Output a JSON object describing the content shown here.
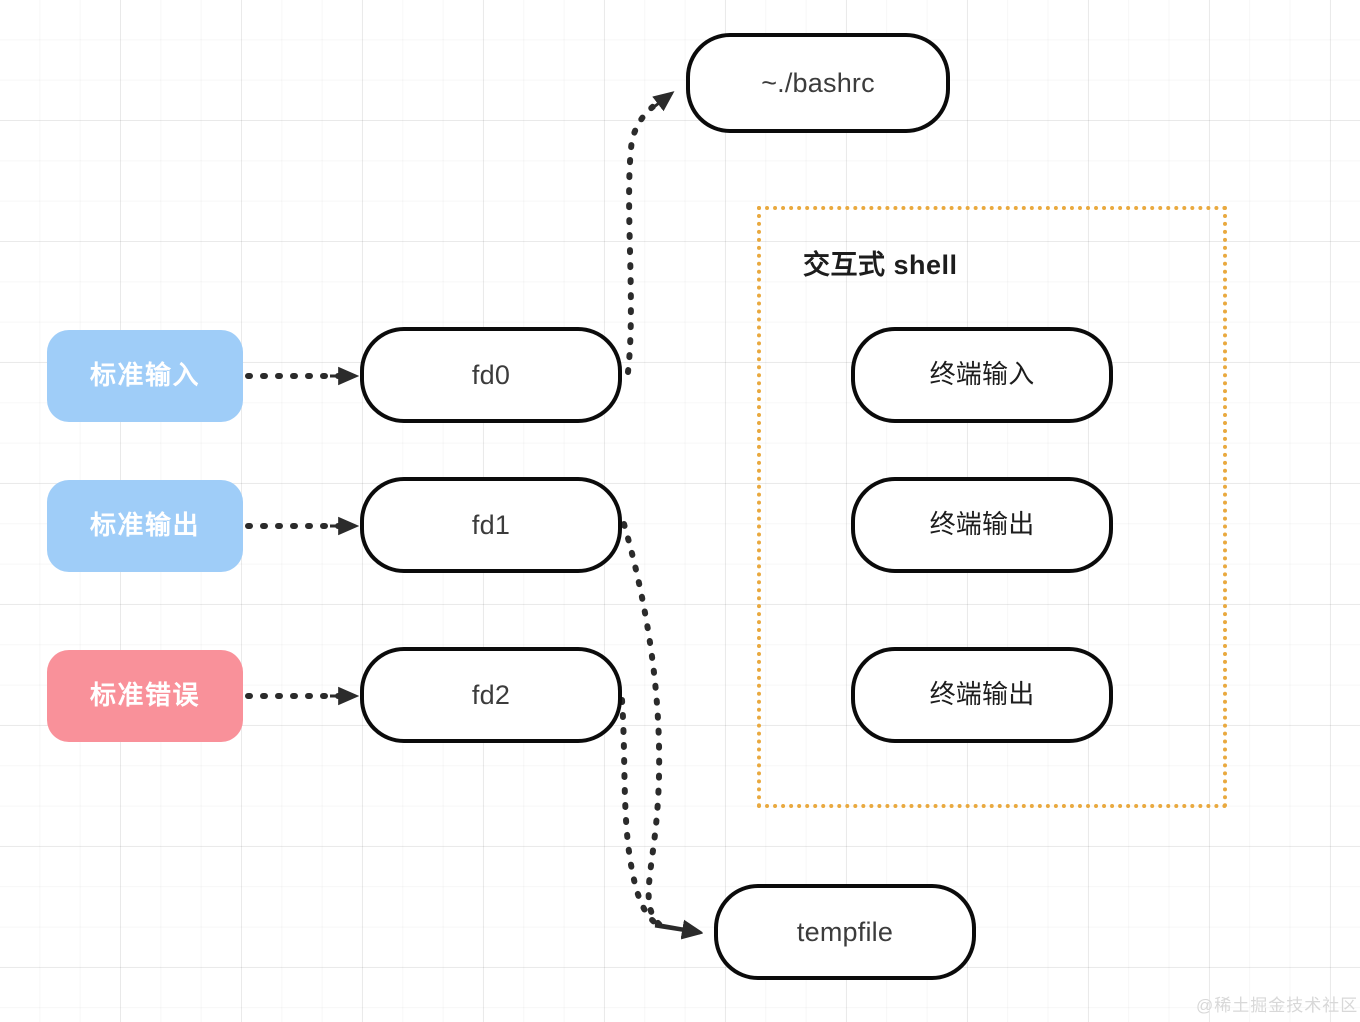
{
  "diagram": {
    "title_watermark": "@稀土掘金技术社区",
    "colors": {
      "tag_blue": "#9FCDF8",
      "tag_pink": "#F9919A",
      "group_border_orange": "#E9A93F",
      "node_border": "#0B0B0B",
      "node_text": "#3C3C3C",
      "grid_line": "#EDEDED"
    },
    "group": {
      "label": "交互式 shell",
      "nodes": [
        {
          "label": "终端输入"
        },
        {
          "label": "终端输出"
        },
        {
          "label": "终端输出"
        }
      ]
    },
    "tags": [
      {
        "label": "标准输入",
        "color": "blue"
      },
      {
        "label": "标准输出",
        "color": "blue"
      },
      {
        "label": "标准错误",
        "color": "pink"
      }
    ],
    "fds": [
      {
        "label": "fd0"
      },
      {
        "label": "fd1"
      },
      {
        "label": "fd2"
      }
    ],
    "files": [
      {
        "label": "~./bashrc"
      },
      {
        "label": "tempfile"
      }
    ],
    "edges": [
      {
        "from": "标准输入",
        "to": "fd0",
        "style": "dotted-arrow"
      },
      {
        "from": "标准输出",
        "to": "fd1",
        "style": "dotted-arrow"
      },
      {
        "from": "标准错误",
        "to": "fd2",
        "style": "dotted-arrow"
      },
      {
        "from": "fd0",
        "to": "~./bashrc",
        "style": "dotted-curve-arrow"
      },
      {
        "from": "fd1",
        "to": "tempfile",
        "style": "dotted-curve-arrow"
      },
      {
        "from": "fd2",
        "to": "tempfile",
        "style": "dotted-curve-arrow"
      }
    ]
  }
}
